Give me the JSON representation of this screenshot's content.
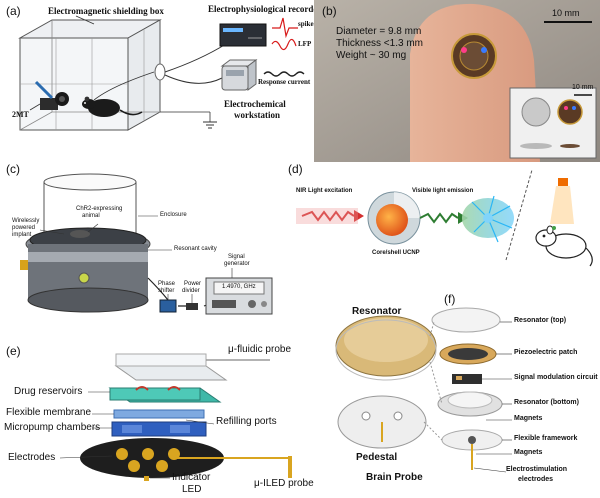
{
  "panels": {
    "a": {
      "label": "(a)",
      "shielding_box": "Electromagnetic shielding box",
      "recorder": "Electrophysiological recorder",
      "spike": "spike",
      "lfp": "LFP",
      "response_current": "Response current",
      "workstation_line1": "Electrochemical",
      "workstation_line2": "workstation",
      "magnet": "2MT"
    },
    "b": {
      "label": "(b)",
      "diameter": "Diameter = 9.8 mm",
      "thickness": "Thickness <1.3 mm",
      "weight": "Weight ~ 30 mg",
      "scale_main": "10 mm",
      "scale_inset": "10 mm"
    },
    "c": {
      "label": "(c)",
      "chr2_line1": "ChR2-expressing",
      "chr2_line2": "animal",
      "enclosure": "Enclosure",
      "implant_line1": "Wirelessly",
      "implant_line2": "powered",
      "implant_line3": "implant",
      "cavity": "Resonant cavity",
      "generator_line1": "Signal",
      "generator_line2": "generator",
      "phase_line1": "Phase",
      "phase_line2": "shifter",
      "divider_line1": "Power",
      "divider_line2": "divider",
      "display": "1.4970, GHz"
    },
    "d": {
      "label": "(d)",
      "nir": "NIR Light excitation",
      "visible": "Visible light emission",
      "ucnp": "Core/shell UCNP"
    },
    "e": {
      "label": "(e)",
      "fluidic_probe": "μ-fluidic probe",
      "drug_reservoirs": "Drug reservoirs",
      "flexible_membrane": "Flexible membrane",
      "refilling_ports": "Refilling ports",
      "micropump": "Micropump chambers",
      "electrodes": "Electrodes",
      "indicator_line1": "Indicator",
      "indicator_line2": "LED",
      "iled_probe": "μ-ILED probe"
    },
    "f": {
      "label": "(f)",
      "resonator": "Resonator",
      "resonator_top": "Resonator (top)",
      "piezo": "Piezoelectric patch",
      "signal_mod": "Signal modulation circuit",
      "resonator_bottom": "Resonator (bottom)",
      "magnets1": "Magnets",
      "flex_framework": "Flexible framework",
      "magnets2": "Magnets",
      "pedestal": "Pedestal",
      "brain_probe": "Brain Probe",
      "electro_line1": "Electrostimulation",
      "electro_line2": "electrodes"
    }
  }
}
